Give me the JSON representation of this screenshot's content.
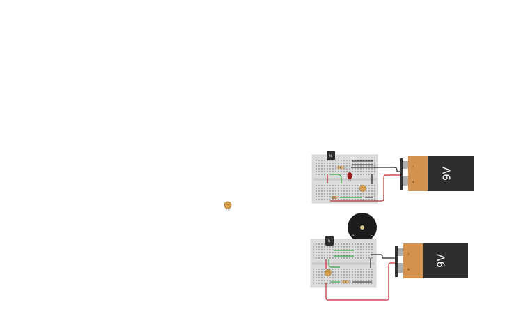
{
  "battery_top": {
    "label": "9V",
    "plus": "+",
    "minus": "−"
  },
  "battery_bottom": {
    "label": "9V",
    "plus": "+",
    "minus": "−"
  },
  "chip_top": {
    "label": "N"
  },
  "chip_bottom": {
    "label": "N"
  },
  "buzzer": {
    "plus": "+",
    "minus": "−"
  },
  "colors": {
    "breadboard": "#dcdcdc",
    "battery_orange": "#d4924d",
    "battery_dark": "#2e2e2e",
    "wire_red": "#c0282d",
    "wire_black": "#222222",
    "wire_green": "#3aa64a",
    "led_red": "#9e1a1a",
    "ldr": "#d9a24f"
  }
}
